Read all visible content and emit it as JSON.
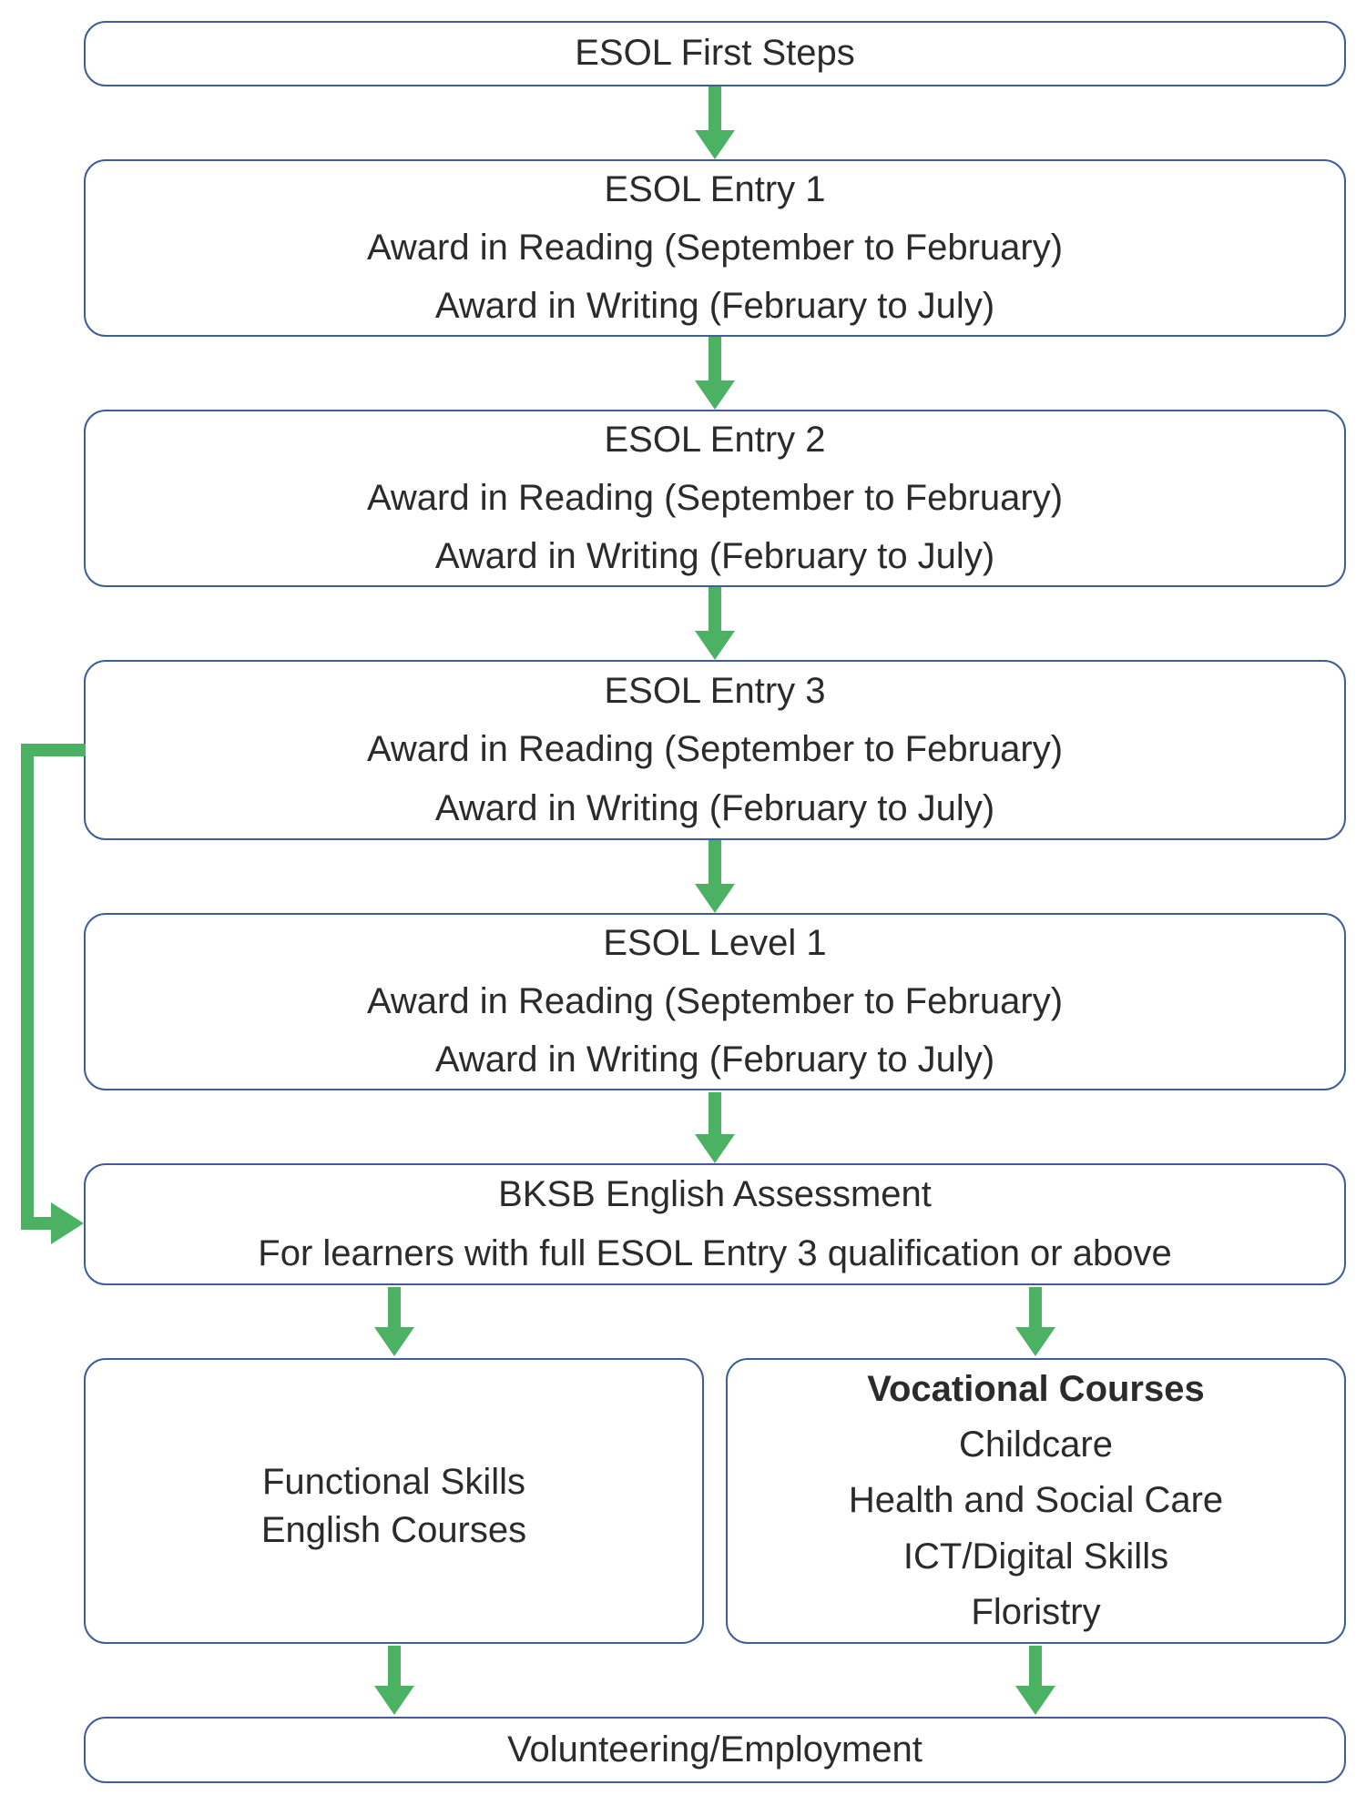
{
  "palette": {
    "arrow_green": "#4bb264",
    "box_border": "#3f5d99",
    "text_dark": "#2b2b2b",
    "background": "#ffffff"
  },
  "boxes": {
    "first_steps": {
      "title": "ESOL First Steps"
    },
    "entry1": {
      "title": "ESOL Entry 1",
      "reading": "Award in Reading (September to February)",
      "writing": "Award in Writing (February to July)"
    },
    "entry2": {
      "title": "ESOL Entry 2",
      "reading": "Award in Reading (September to February)",
      "writing": "Award in Writing (February to July)"
    },
    "entry3": {
      "title": "ESOL Entry 3",
      "reading": "Award in Reading (September to February)",
      "writing": "Award in Writing (February to July)"
    },
    "level1": {
      "title": "ESOL Level 1",
      "reading": "Award in Reading (September to February)",
      "writing": "Award in Writing (February to July)"
    },
    "bksb": {
      "title": "BKSB English Assessment",
      "subtitle": "For learners with full ESOL Entry 3 qualification or above"
    },
    "functional": {
      "line1": "Functional Skills",
      "line2": "English Courses"
    },
    "vocational": {
      "title": "Vocational Courses",
      "course1": "Childcare",
      "course2": "Health and Social Care",
      "course3": "ICT/Digital Skills",
      "course4": "Floristry"
    },
    "volunteering": {
      "title": "Volunteering/Employment"
    }
  }
}
